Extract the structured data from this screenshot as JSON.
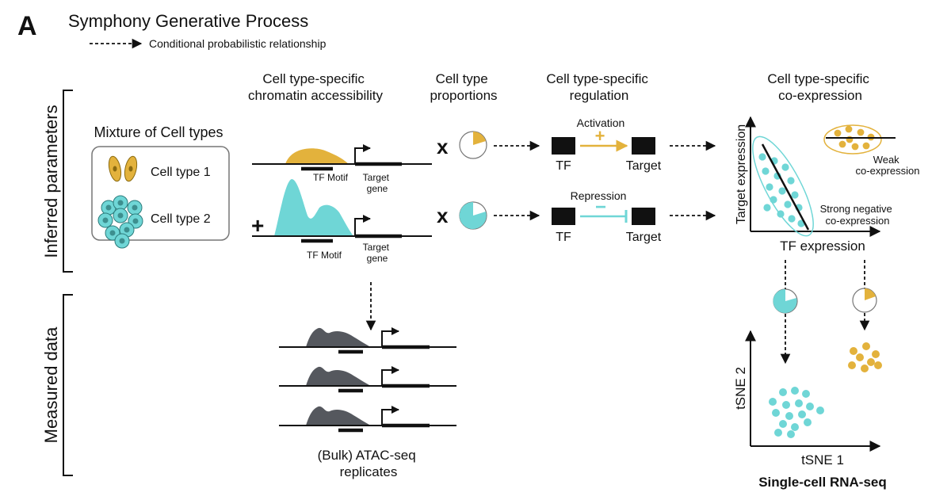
{
  "panel_letter": "A",
  "title": "Symphony Generative Process",
  "legend": {
    "dashed_arrow_label": "Conditional probabilistic relationship"
  },
  "side_labels": {
    "inferred": "Inferred parameters",
    "measured": "Measured data"
  },
  "mixture": {
    "title": "Mixture of Cell types",
    "types": [
      {
        "label": "Cell type 1",
        "color": "#e3b23c"
      },
      {
        "label": "Cell type 2",
        "color": "#6fd6d6"
      }
    ]
  },
  "columns": {
    "chromatin": [
      "Cell type-specific",
      "chromatin accessibility"
    ],
    "proportions": [
      "Cell type",
      "proportions"
    ],
    "regulation": [
      "Cell type-specific",
      "regulation"
    ],
    "coexpression": [
      "Cell type-specific",
      "co-expression"
    ]
  },
  "track_labels": {
    "motif": "TF Motif",
    "gene": [
      "Target",
      "gene"
    ]
  },
  "operators": {
    "plus": "+",
    "times": "x"
  },
  "regulation": {
    "activation": {
      "label": "Activation",
      "sign": "+",
      "tf": "TF",
      "target": "Target"
    },
    "repression": {
      "label": "Repression",
      "sign": "−",
      "tf": "TF",
      "target": "Target"
    }
  },
  "coexpression_plot": {
    "xlabel": "TF expression",
    "ylabel": "Target expression",
    "weak": [
      "Weak",
      "co-expression"
    ],
    "strong": [
      "Strong negative",
      "co-expression"
    ]
  },
  "atac": {
    "caption": [
      "(Bulk) ATAC-seq",
      "replicates"
    ]
  },
  "tsne": {
    "xlabel": "tSNE 1",
    "ylabel": "tSNE 2",
    "caption": "Single-cell RNA-seq"
  },
  "colors": {
    "gold": "#e3b23c",
    "teal": "#6fd6d6",
    "gray": "#55585e",
    "black": "#111111"
  }
}
